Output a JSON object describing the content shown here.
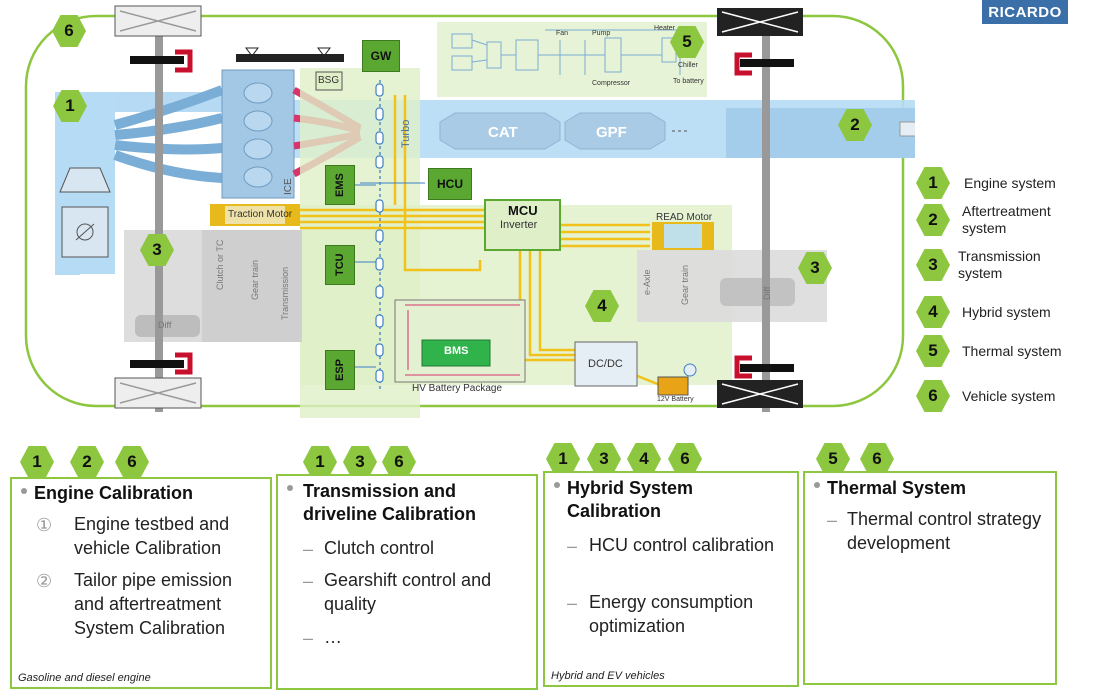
{
  "logo": {
    "text": "RICARDO"
  },
  "diagram": {
    "components": {
      "gw": "GW",
      "bsg": "BSG",
      "turbo": "Turbo",
      "cat": "CAT",
      "gpf": "GPF",
      "ice": "ICE",
      "ems": "EMS",
      "hcu": "HCU",
      "mcu": "MCU",
      "inverter": "Inverter",
      "traction_motor": "Traction Motor",
      "read_motor": "READ Motor",
      "tcu": "TCU",
      "esp": "ESP",
      "bms": "BMS",
      "hv_battery": "HV Battery Package",
      "dcdc": "DC/DC",
      "battery_12v": "12V Battery",
      "clutch": "Clutch or TC",
      "gear_train": "Gear train",
      "transmission": "Transmission",
      "diff": "Diff",
      "e_axle": "e-Axle",
      "gear_train_r": "Gear train",
      "diff_r": "Diff",
      "thermal_fan": "Fan",
      "thermal_pump": "Pump",
      "thermal_compressor": "Compressor",
      "thermal_chiller": "Chiller",
      "thermal_to_battery": "To battery",
      "thermal_heater": "Heater"
    },
    "markers": {
      "engine_intake": "1",
      "exhaust": "2",
      "transmission_front": "3",
      "transmission_rear": "3",
      "hybrid": "4",
      "thermal": "5",
      "vehicle": "6"
    }
  },
  "legend": [
    {
      "num": "1",
      "label": "Engine system"
    },
    {
      "num": "2",
      "label": "Aftertreatment system"
    },
    {
      "num": "3",
      "label": "Transmission system"
    },
    {
      "num": "4",
      "label": "Hybrid system"
    },
    {
      "num": "5",
      "label": "Thermal system"
    },
    {
      "num": "6",
      "label": "Vehicle system"
    }
  ],
  "cards": [
    {
      "tags": [
        "1",
        "2",
        "6"
      ],
      "title": "Engine Calibration",
      "items": [
        {
          "marker": "①",
          "text": "Engine testbed and vehicle Calibration"
        },
        {
          "marker": "②",
          "text": "Tailor pipe emission and aftertreatment System Calibration"
        }
      ],
      "footer": "Gasoline and diesel engine"
    },
    {
      "tags": [
        "1",
        "3",
        "6"
      ],
      "title": "Transmission and driveline Calibration",
      "items": [
        {
          "marker": "–",
          "text": "Clutch control"
        },
        {
          "marker": "–",
          "text": "Gearshift control and quality"
        },
        {
          "marker": "–",
          "text": "…"
        }
      ],
      "footer": ""
    },
    {
      "tags": [
        "1",
        "3",
        "4",
        "6"
      ],
      "title": "Hybrid System Calibration",
      "items": [
        {
          "marker": "–",
          "text": "HCU control calibration"
        },
        {
          "marker": "–",
          "text": "Energy consumption optimization"
        }
      ],
      "footer": "Hybrid and EV vehicles"
    },
    {
      "tags": [
        "5",
        "6"
      ],
      "title": "Thermal System",
      "items": [
        {
          "marker": "–",
          "text": "Thermal control strategy development"
        }
      ],
      "footer": ""
    }
  ],
  "colors": {
    "accent_green": "#8dc63f",
    "box_green": "#5aa832",
    "blue_area": "#a9d4f2",
    "yellow_wire": "#f2c21a",
    "red_hose": "#d9336a"
  }
}
